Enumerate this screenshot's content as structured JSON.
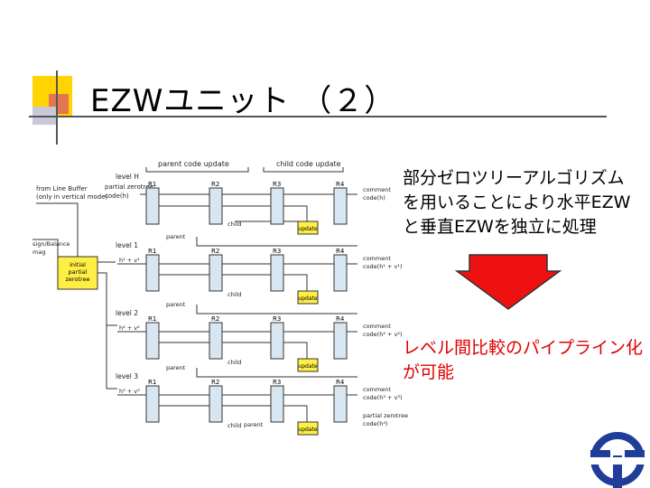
{
  "slide": {
    "title": "EZWユニット （２）",
    "notes_top": [
      "部分ゼロツリーアルゴリズム",
      "を用いることにより水平EZW",
      "と垂直EZWを独立に処理"
    ],
    "notes_bottom": [
      "レベル間比較のパイプライン化",
      "が可能"
    ],
    "colors": {
      "accent_yellow": "#ffd400",
      "accent_red": "#e00000",
      "logo_blue": "#1f3d99",
      "arrow_red": "#ee1111",
      "update_box": "#ffee44",
      "initial_box": "#ffee44"
    }
  },
  "diagram": {
    "header": {
      "parent_update": "parent code update",
      "child_update": "child code update"
    },
    "inputs": {
      "level_h": "level H",
      "partial_zerotree": "partial zerotree",
      "code_h": "code(h)",
      "from_line_buffer": "from Line Buffer",
      "vertical_mode": "(only in vertical mode)",
      "sign_reg": "sign/Balance",
      "sign_reg2": "mag"
    },
    "initial_box": [
      "initial",
      "partial",
      "zerotree"
    ],
    "levels": [
      {
        "label": "level 1",
        "input": "h¹ + v¹",
        "regs": [
          "R1",
          "R2",
          "R3",
          "R4"
        ],
        "child": "child",
        "parent": "parent",
        "out1": "comment",
        "out2": "code(h¹ + v¹)"
      },
      {
        "label": "level 2",
        "input": "h² + v²",
        "regs": [
          "R1",
          "R2",
          "R3",
          "R4"
        ],
        "child": "child",
        "parent": "parent",
        "out1": "comment",
        "out2": "code(h² + v²)"
      },
      {
        "label": "level 3",
        "input": "h³ + v³",
        "regs": [
          "R1",
          "R2",
          "R3",
          "R4"
        ],
        "child": "child",
        "parent": "parent",
        "out1": "comment",
        "out2": "code(h³ + v³)"
      }
    ],
    "top_level": {
      "label": "level H",
      "regs": [
        "R1",
        "R2",
        "R3",
        "R4"
      ],
      "child": "child",
      "out1": "comment",
      "out2": "code(h)"
    },
    "update_label": "update",
    "tail": {
      "parent": "parent",
      "pz1": "partial zerotree",
      "pz2": "code(h⁴)"
    }
  }
}
